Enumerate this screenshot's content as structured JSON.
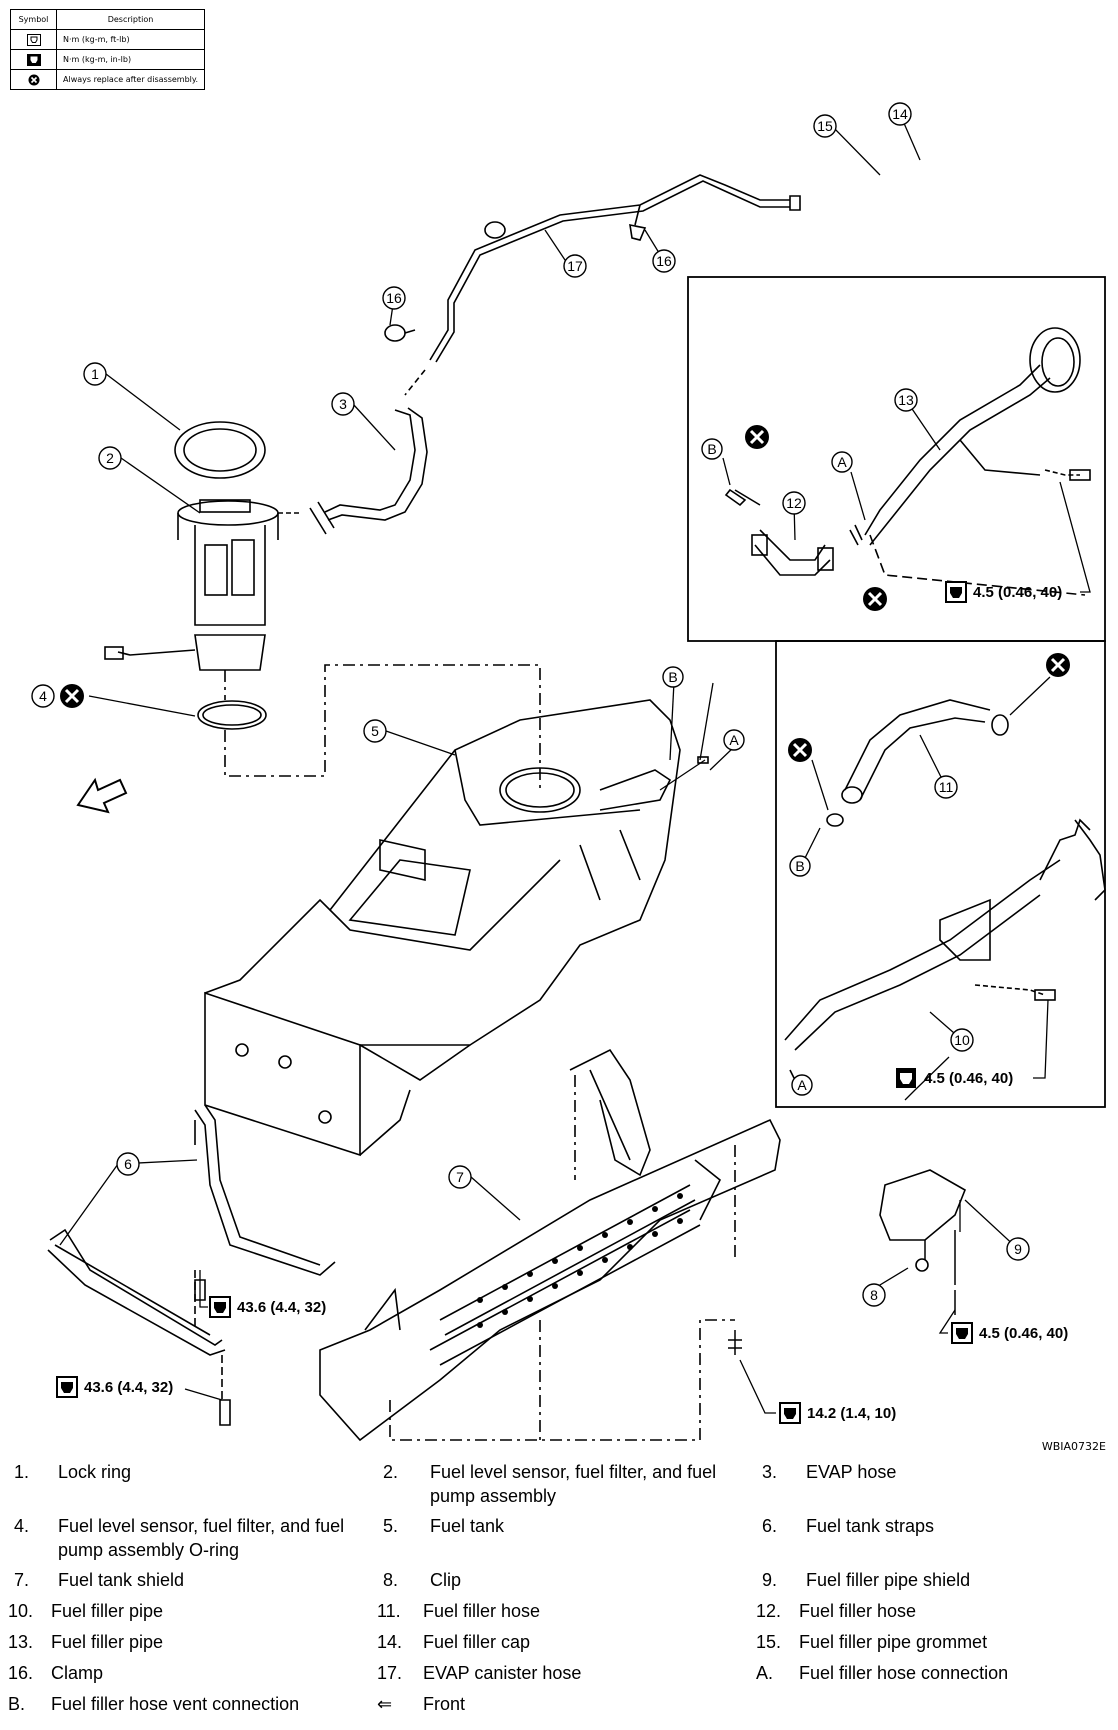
{
  "symbol_table": {
    "headers": [
      "Symbol",
      "Description"
    ],
    "rows": [
      {
        "icon": "torque-wrench-icon",
        "description": "N·m (kg-m, ft-lb)"
      },
      {
        "icon": "torque-wrench-filled-icon",
        "description": "N·m (kg-m, in-lb)"
      },
      {
        "icon": "replace-x-icon",
        "description": "Always replace after disassembly."
      }
    ]
  },
  "callouts": {
    "c1": "1",
    "c2": "2",
    "c3": "3",
    "c4": "4",
    "c5": "5",
    "c6": "6",
    "c7": "7",
    "c8": "8",
    "c9": "9",
    "c10": "10",
    "c11": "11",
    "c12": "12",
    "c13": "13",
    "c14": "14",
    "c15": "15",
    "c16a": "16",
    "c16b": "16",
    "c17": "17",
    "a1": "A",
    "a2": "A",
    "a3": "A",
    "b1": "B",
    "b2": "B",
    "b3": "B"
  },
  "torques": {
    "t_inset1": "4.5 (0.46, 40)",
    "t_inset2": "4.5 (0.46, 40)",
    "t_strap_upper": "43.6 (4.4, 32)",
    "t_strap_lower": "43.6 (4.4, 32)",
    "t_shield": "14.2 (1.4, 10)",
    "t_pipe_shield": "4.5 (0.46, 40)"
  },
  "figure_code": "WBIA0732E",
  "parts": [
    {
      "num": "1.",
      "text": "Lock ring"
    },
    {
      "num": "2.",
      "text": "Fuel level sensor, fuel filter, and fuel pump assembly"
    },
    {
      "num": "3.",
      "text": "EVAP hose"
    },
    {
      "num": "4.",
      "text": "Fuel level sensor, fuel filter, and fuel pump assembly O-ring"
    },
    {
      "num": "5.",
      "text": "Fuel tank"
    },
    {
      "num": "6.",
      "text": "Fuel tank straps"
    },
    {
      "num": "7.",
      "text": "Fuel tank shield"
    },
    {
      "num": "8.",
      "text": "Clip"
    },
    {
      "num": "9.",
      "text": "Fuel filler pipe shield"
    },
    {
      "num": "10.",
      "text": "Fuel filler pipe"
    },
    {
      "num": "11.",
      "text": "Fuel filler hose"
    },
    {
      "num": "12.",
      "text": "Fuel filler hose"
    },
    {
      "num": "13.",
      "text": "Fuel filler pipe"
    },
    {
      "num": "14.",
      "text": "Fuel filler cap"
    },
    {
      "num": "15.",
      "text": "Fuel filler pipe grommet"
    },
    {
      "num": "16.",
      "text": "Clamp"
    },
    {
      "num": "17.",
      "text": "EVAP canister hose"
    },
    {
      "num": "A.",
      "text": "Fuel filler hose connection"
    },
    {
      "num": "B.",
      "text": "Fuel filler hose vent connection"
    },
    {
      "num": "⇐",
      "text": "Front"
    }
  ]
}
